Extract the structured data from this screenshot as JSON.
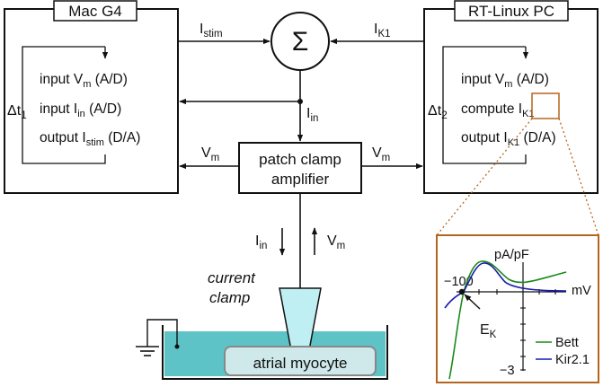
{
  "mac": {
    "title": "Mac G4",
    "loop": {
      "delta": "Δt",
      "sub": "1"
    },
    "line1": {
      "pre": "input V",
      "sub": "m",
      "post": " (A/D)"
    },
    "line2": {
      "pre": "input I",
      "sub": "in",
      "post": " (A/D)"
    },
    "line3": {
      "pre": "output I",
      "sub": "stim",
      "post": " (D/A)"
    }
  },
  "rt": {
    "title": "RT-Linux PC",
    "loop": {
      "delta": "Δt",
      "sub": "2"
    },
    "line1": {
      "pre": "input V",
      "sub": "m",
      "post": " (A/D)"
    },
    "line2": {
      "pre": "compute ",
      "boxed_main": "I",
      "boxed_sub": "K1"
    },
    "line3": {
      "pre": "output I",
      "sub": "K1",
      "post": " (D/A)"
    }
  },
  "sum_symbol": "Σ",
  "signals": {
    "istim": {
      "main": "I",
      "sub": "stim"
    },
    "ik1": {
      "main": "I",
      "sub": "K1"
    },
    "iin": {
      "main": "I",
      "sub": "in"
    },
    "vm_left": {
      "main": "V",
      "sub": "m"
    },
    "vm_right": {
      "main": "V",
      "sub": "m"
    },
    "iin_down": {
      "main": "I",
      "sub": "in"
    },
    "vm_up": {
      "main": "V",
      "sub": "m"
    }
  },
  "amplifier": {
    "line1": "patch clamp",
    "line2": "amplifier"
  },
  "mode": {
    "line1": "current",
    "line2": "clamp"
  },
  "cell": "atrial myocyte",
  "inset": {
    "units_y": "pA/pF",
    "units_x": "mV",
    "tick_x": "−100",
    "tick_y": "−3",
    "ek": {
      "main": "E",
      "sub": "K"
    },
    "legend": [
      {
        "name": "Bett",
        "color": "#1a8a1a"
      },
      {
        "name": "Kir2.1",
        "color": "#1a1aa8"
      }
    ]
  },
  "colors": {
    "line": "#111111",
    "highlight": "#b5651d",
    "bath": "#5ec3c7",
    "pipette": "#bfeff2"
  }
}
